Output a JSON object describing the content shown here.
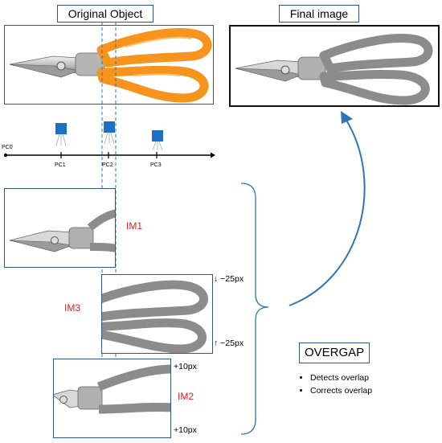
{
  "titles": {
    "original": "Original Object",
    "final": "Final image"
  },
  "timeline": {
    "origin_label": "PC0",
    "cameras": [
      "PC1",
      "PC2",
      "PC3"
    ]
  },
  "images": {
    "im1": "IM1",
    "im2": "IM2",
    "im3": "IM3"
  },
  "offsets": {
    "im3_top": "−25px",
    "im3_bottom": "−25px",
    "im2_top": "+10px",
    "im2_bottom": "+10px"
  },
  "overgap": {
    "title": "OVERGAP",
    "bullets": [
      "Detects overlap",
      "Corrects overlap"
    ]
  },
  "colors": {
    "frame_blue": "#2f5597",
    "arrow_blue": "#2e75b6",
    "camera_blue": "#1f6fc5",
    "label_red": "#e02020",
    "handle_orange": "#f7941d",
    "handle_gray": "#8c8c8c"
  }
}
